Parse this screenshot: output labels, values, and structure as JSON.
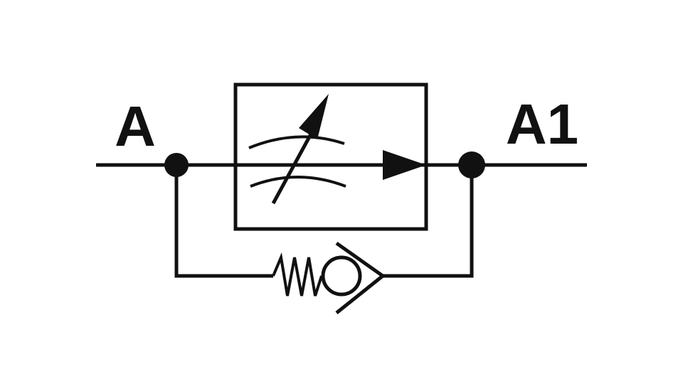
{
  "diagram": {
    "ports": {
      "inlet": {
        "label": "A"
      },
      "outlet": {
        "label": "A1"
      }
    },
    "colors": {
      "line": "#111111",
      "background": "#ffffff"
    },
    "components": [
      "main-line",
      "throttle-valve-box",
      "adjustable-orifice",
      "flow-direction-arrow",
      "junction-dots",
      "bypass-line",
      "spring-icon",
      "check-valve-icon"
    ]
  }
}
